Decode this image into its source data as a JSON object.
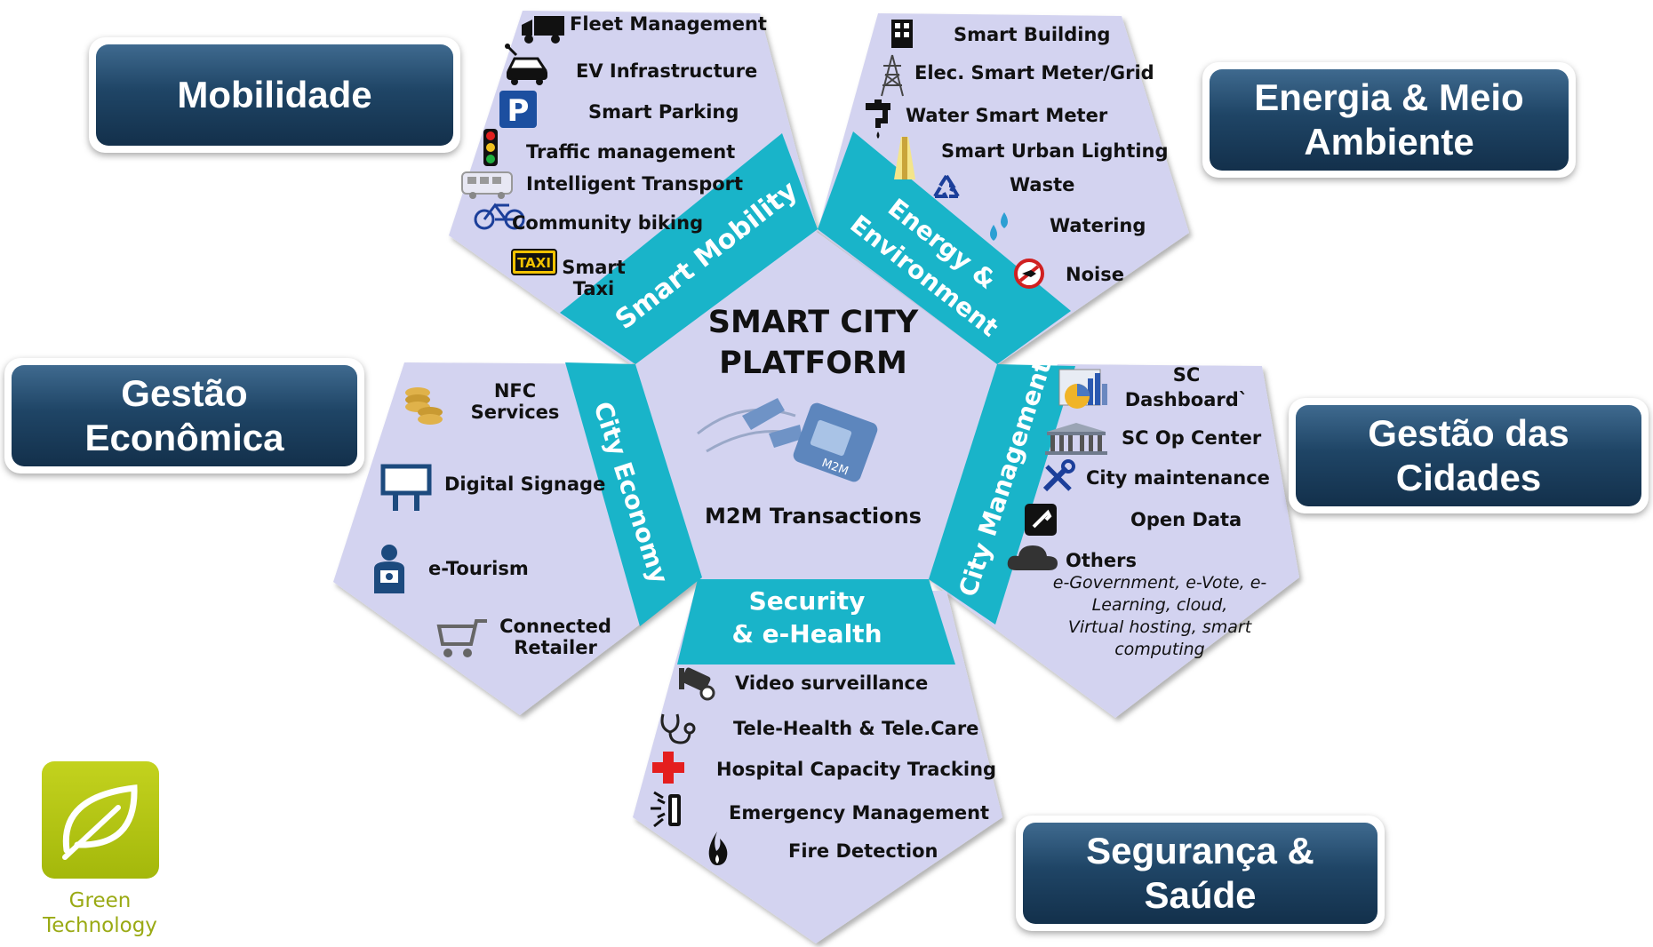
{
  "center": {
    "title_line1": "SMART CITY",
    "title_line2": "PLATFORM",
    "subtitle": "M2M Transactions",
    "chip_label": "M2M"
  },
  "mobility": {
    "band": "Smart Mobility",
    "items": [
      "Fleet Management",
      "EV Infrastructure",
      "Smart Parking",
      "Traffic management",
      "Intelligent Transport",
      "Community biking"
    ],
    "taxi_line1": "Smart",
    "taxi_line2": "Taxi",
    "taxi_sign": "TAXI"
  },
  "energy": {
    "band_line1": "Energy &",
    "band_line2": "Environment",
    "items": [
      "Smart Building",
      "Elec. Smart Meter/Grid",
      "Water Smart Meter",
      "Smart Urban Lighting",
      "Waste",
      "Watering",
      "Noise"
    ]
  },
  "management": {
    "band": "City Management",
    "dashboard_line1": "SC",
    "dashboard_line2": "Dashboard`",
    "items": [
      "SC Op Center",
      "City maintenance",
      "Open Data",
      "Others"
    ],
    "others_note": [
      "e-Government, e-Vote, e-",
      "Learning, cloud,",
      "Virtual hosting, smart",
      "computing"
    ]
  },
  "security": {
    "band_line1": "Security",
    "band_line2": "& e-Health",
    "items": [
      "Video surveillance",
      "Tele-Health & Tele.Care",
      "Hospital Capacity Tracking",
      "Emergency Management",
      "Fire Detection"
    ]
  },
  "economy": {
    "band": "City Economy",
    "nfc_line1": "NFC",
    "nfc_line2": "Services",
    "items": [
      "Digital Signage",
      "e-Tourism"
    ],
    "retail_line1": "Connected",
    "retail_line2": "Retailer"
  },
  "callouts": {
    "mobilidade": "Mobilidade",
    "energia_line1": "Energia & Meio",
    "energia_line2": "Ambiente",
    "economica_line1": "Gestão",
    "economica_line2": "Econômica",
    "cidades_line1": "Gestão das",
    "cidades_line2": "Cidades",
    "seguranca_line1": "Segurança &",
    "seguranca_line2": "Saúde"
  },
  "logo": {
    "line1": "Green",
    "line2": "Technology"
  },
  "colors": {
    "petal_fill": "#d3d3f0",
    "band_fill": "#19b4c9",
    "callout_dark": "#1f4566",
    "logo_green": "#b4c616"
  },
  "icons": [
    "truck-icon",
    "ev-car-icon",
    "parking-icon",
    "traffic-light-icon",
    "bus-icon",
    "bicycle-icon",
    "taxi-sign-icon",
    "building-icon",
    "power-pylon-icon",
    "water-tap-icon",
    "street-light-icon",
    "recycle-icon",
    "water-drops-icon",
    "no-noise-icon",
    "dashboard-chart-icon",
    "government-building-icon",
    "tools-icon",
    "open-data-icon",
    "cloud-icon",
    "cctv-camera-icon",
    "stethoscope-icon",
    "red-cross-icon",
    "alarm-icon",
    "flame-icon",
    "coins-icon",
    "billboard-icon",
    "tourist-icon",
    "shopping-cart-icon",
    "leaf-icon"
  ]
}
